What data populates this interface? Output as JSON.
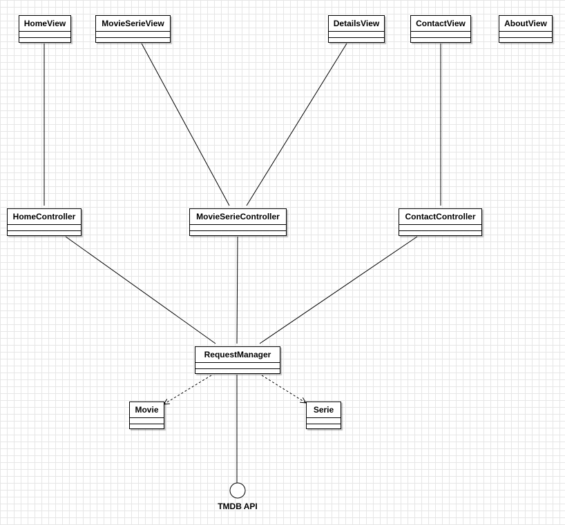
{
  "classes": {
    "home_view": "HomeView",
    "movie_serie_view": "MovieSerieView",
    "details_view": "DetailsView",
    "contact_view": "ContactView",
    "about_view": "AboutView",
    "home_controller": "HomeController",
    "movie_serie_controller": "MovieSerieController",
    "contact_controller": "ContactController",
    "request_manager": "RequestManager",
    "movie": "Movie",
    "serie": "Serie"
  },
  "interface": {
    "label": "TMDB API"
  },
  "colors": {
    "line": "#000000",
    "grid": "#e6e6e6",
    "background": "#ffffff"
  }
}
